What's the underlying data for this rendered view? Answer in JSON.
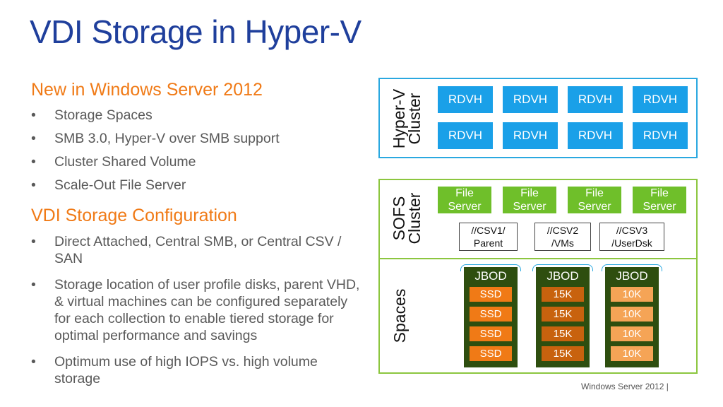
{
  "title": "VDI Storage in Hyper-V",
  "section1": {
    "heading": "New in Windows Server 2012",
    "bullets": [
      "Storage Spaces",
      "SMB 3.0, Hyper-V over SMB support",
      "Cluster Shared Volume",
      "Scale-Out File Server"
    ]
  },
  "section2": {
    "heading": "VDI Storage Configuration",
    "bullets": [
      "Direct Attached, Central SMB, or Central CSV / SAN",
      "Storage location of user profile disks, parent VHD, & virtual machines can be configured separately for each collection to enable tiered storage for optimal performance and savings",
      "Optimum use of high IOPS vs. high volume storage"
    ]
  },
  "bullet_char": "•",
  "diagram": {
    "hyperv_label_line1": "Hyper-V",
    "hyperv_label_line2": "Cluster",
    "sofs_label_line1": "SOFS",
    "sofs_label_line2": "Cluster",
    "spaces_label": "Spaces",
    "rdvh_label": "RDVH",
    "file_server_line1": "File",
    "file_server_line2": "Server",
    "csv": [
      {
        "line1": "//CSV1/",
        "line2": "Parent"
      },
      {
        "line1": "//CSV2",
        "line2": "/VMs"
      },
      {
        "line1": "//CSV3",
        "line2": "/UserDsk"
      }
    ],
    "jbods": [
      {
        "label": "JBOD",
        "disk": "SSD",
        "disk_color": "#f07a16"
      },
      {
        "label": "JBOD",
        "disk": "15K",
        "disk_color": "#c8620e"
      },
      {
        "label": "JBOD",
        "disk": "10K",
        "disk_color": "#f5a456"
      }
    ],
    "colors": {
      "hyperv_border": "#2aa8e0",
      "sofs_border": "#8cc63f",
      "rdvh": "#1aa0e8",
      "file_server": "#6fbf2a",
      "jbod": "#2e4e0f"
    }
  },
  "footer": "Windows Server 2012  |"
}
